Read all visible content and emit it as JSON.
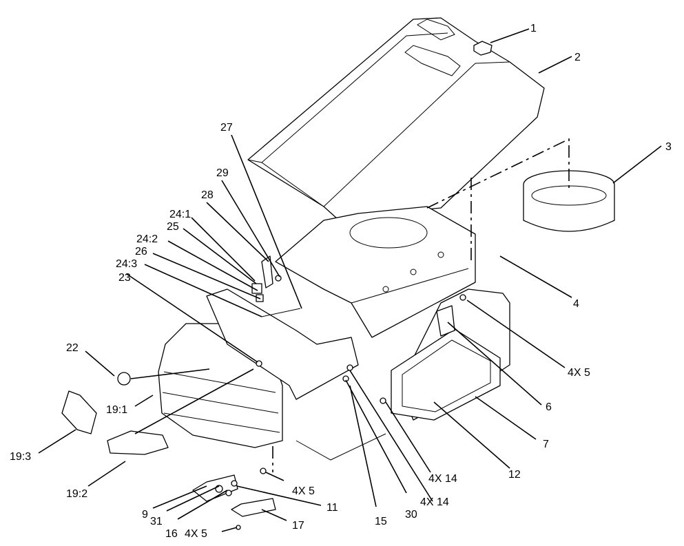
{
  "diagram": {
    "callouts": [
      {
        "id": "c1",
        "text": "1"
      },
      {
        "id": "c2",
        "text": "2"
      },
      {
        "id": "c3",
        "text": "3"
      },
      {
        "id": "c4",
        "text": "4"
      },
      {
        "id": "c4x5a",
        "text": "4X 5"
      },
      {
        "id": "c6",
        "text": "6"
      },
      {
        "id": "c7",
        "text": "7"
      },
      {
        "id": "c12",
        "text": "12"
      },
      {
        "id": "c4x14a",
        "text": "4X 14"
      },
      {
        "id": "c4x14b",
        "text": "4X 14"
      },
      {
        "id": "c30",
        "text": "30"
      },
      {
        "id": "c15",
        "text": "15"
      },
      {
        "id": "c11",
        "text": "11"
      },
      {
        "id": "c4x5b",
        "text": "4X 5"
      },
      {
        "id": "c17",
        "text": "17"
      },
      {
        "id": "c4x5c",
        "text": "4X 5"
      },
      {
        "id": "c16",
        "text": "16"
      },
      {
        "id": "c31",
        "text": "31"
      },
      {
        "id": "c9",
        "text": "9"
      },
      {
        "id": "c19_2",
        "text": "19:2"
      },
      {
        "id": "c19_3",
        "text": "19:3"
      },
      {
        "id": "c19_1",
        "text": "19:1"
      },
      {
        "id": "c22",
        "text": "22"
      },
      {
        "id": "c23",
        "text": "23"
      },
      {
        "id": "c24_3",
        "text": "24:3"
      },
      {
        "id": "c26",
        "text": "26"
      },
      {
        "id": "c24_2",
        "text": "24:2"
      },
      {
        "id": "c25",
        "text": "25"
      },
      {
        "id": "c24_1",
        "text": "24:1"
      },
      {
        "id": "c28",
        "text": "28"
      },
      {
        "id": "c29",
        "text": "29"
      },
      {
        "id": "c27",
        "text": "27"
      }
    ]
  }
}
